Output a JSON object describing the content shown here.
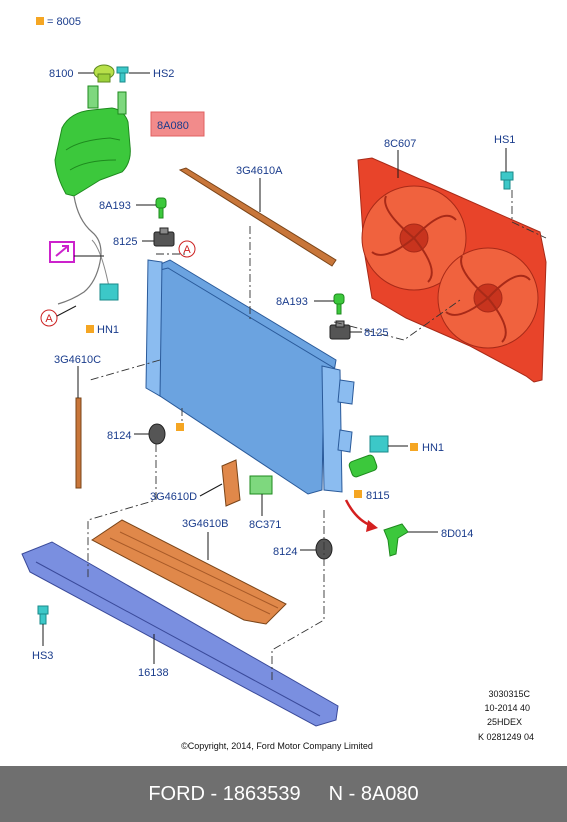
{
  "legend": {
    "symbol": "square-marker",
    "text": "= 8005"
  },
  "labels": {
    "l8100": "8100",
    "hs2": "HS2",
    "l8a080": "8A080",
    "l8c607": "8C607",
    "hs1": "HS1",
    "l3g4610a": "3G4610A",
    "l8a193_top": "8A193",
    "l8125_top": "8125",
    "callout_a_top": "A",
    "callout_a_left": "A",
    "hn1_left": "HN1",
    "l3g4610c": "3G4610C",
    "l8a193_mid": "8A193",
    "l8125_mid": "8125",
    "l8124_left": "8124",
    "hn1_right": "HN1",
    "l8115": "8115",
    "l3g4610d": "3G4610D",
    "l3g4610b": "3G4610B",
    "l8c371": "8C371",
    "l8d014": "8D014",
    "l8124_bottom": "8124",
    "hs3": "HS3",
    "l16138": "16138"
  },
  "meta": {
    "line1": "3030315C",
    "line2": "10-2014 40",
    "line3": "25HDEX",
    "line4": "K 0281249 04"
  },
  "copyright": "©Copyright, 2014, Ford Motor Company Limited",
  "footer": {
    "brand": "FORD - 1863539",
    "part": "N - 8A080"
  },
  "colors": {
    "label_blue": "#1a3c8c",
    "highlight": "#f28b8b",
    "legend_orange": "#f5a623",
    "reservoir_green": "#3cc83c",
    "fan_red": "#e8442a",
    "radiator_blue": "#6ba3e0",
    "seal_brown": "#c8763a",
    "shield_orange": "#e0884a",
    "crossmember_blue": "#7a8fe0",
    "connector_cyan": "#3cc8c8",
    "callout_magenta": "#cc22cc",
    "footer_bg": "#6f6f6f"
  }
}
